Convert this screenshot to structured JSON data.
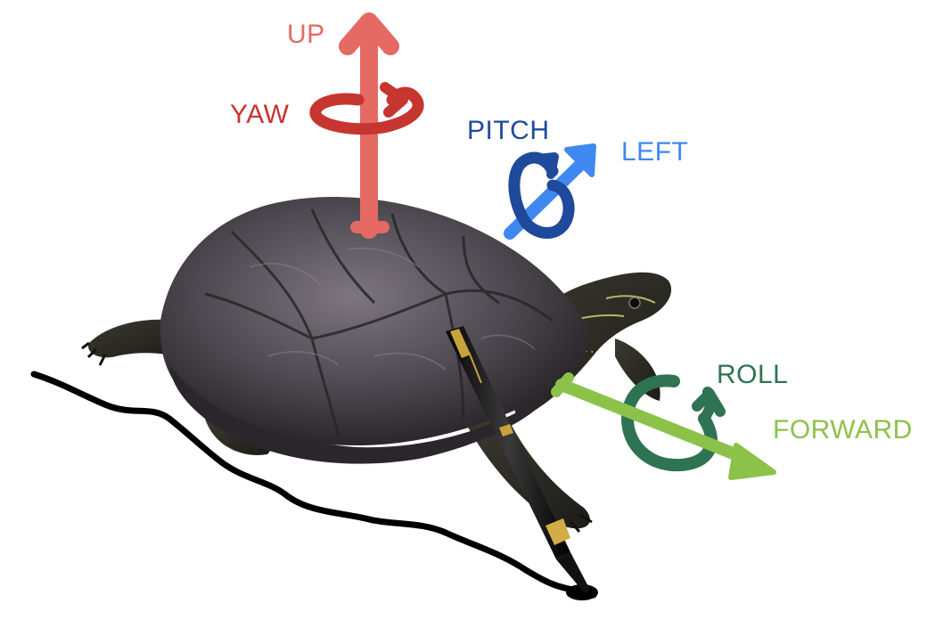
{
  "diagram": {
    "labels": {
      "up": "UP",
      "yaw": "YAW",
      "pitch": "PITCH",
      "left": "LEFT",
      "roll": "ROLL",
      "forward": "FORWARD"
    },
    "colors": {
      "up": "#e46a63",
      "yaw": "#c6352f",
      "pitch": "#1f4a9c",
      "left": "#3e88f0",
      "roll": "#2e7352",
      "forward": "#8cc24a",
      "path": "#000000",
      "background": "#ffffff"
    },
    "subject": "turtle-with-pen"
  }
}
